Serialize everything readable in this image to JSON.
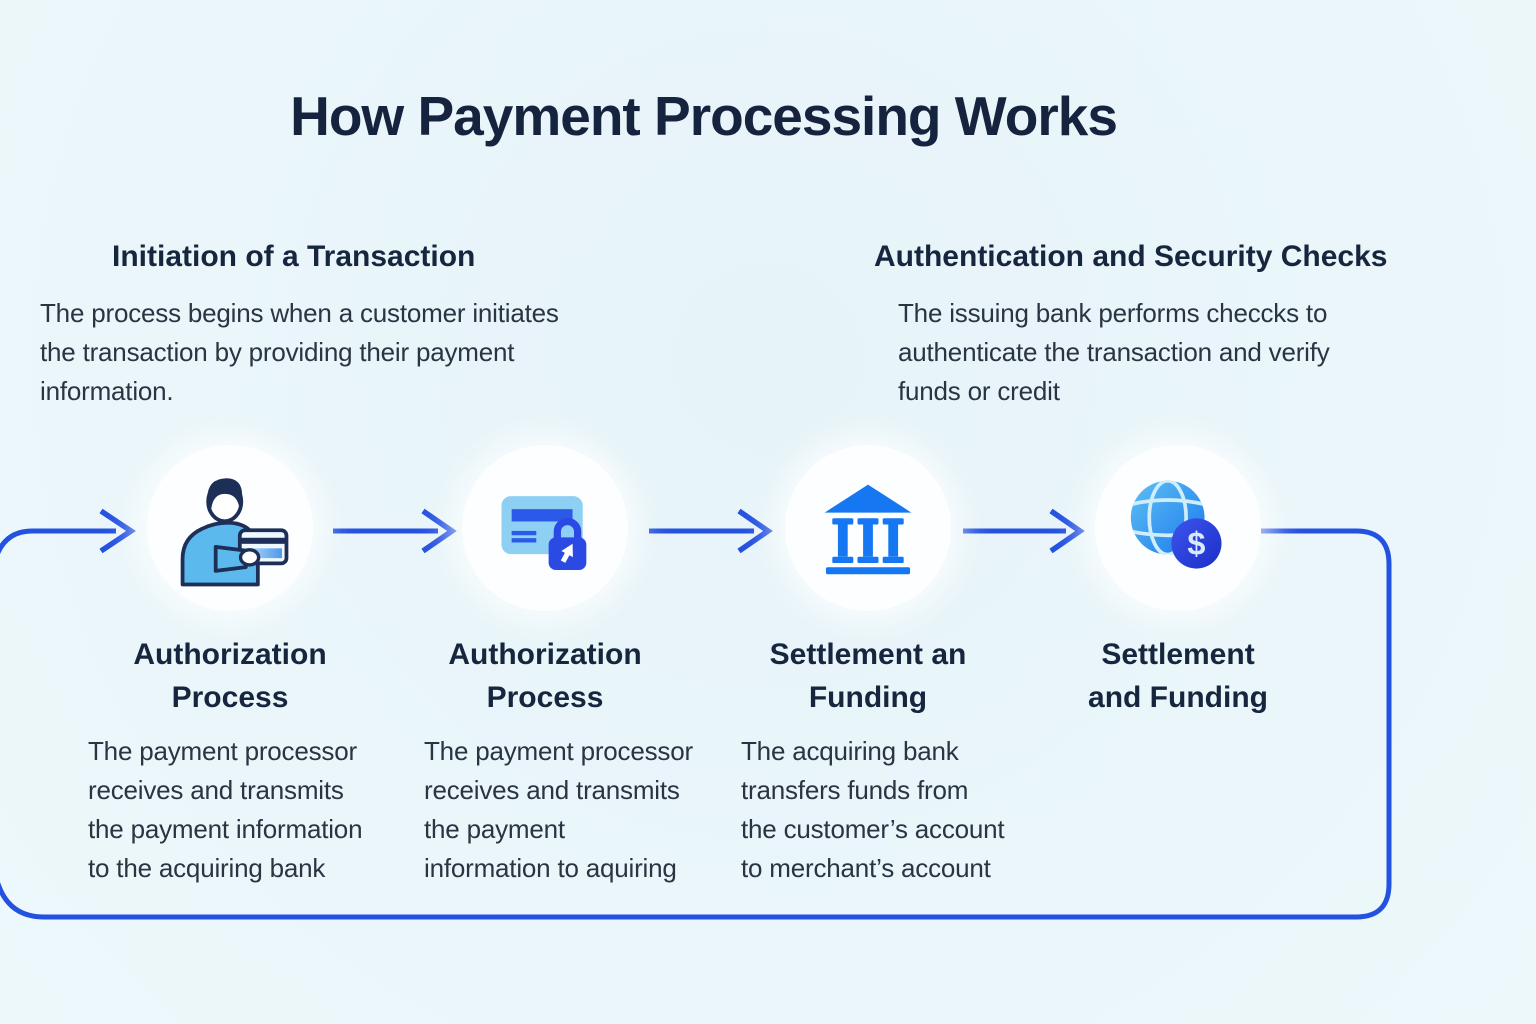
{
  "title": "How Payment Processing Works",
  "sections": [
    {
      "heading": "Initiation of a Transaction",
      "body": "The process begins when a customer initiates\nthe transaction by providing their payment\ninformation."
    },
    {
      "heading": "Authentication and Security Checks",
      "body": "The issuing bank performs checcks to\nauthenticate the transaction and verify\nfunds or credit"
    }
  ],
  "steps": [
    {
      "icon": "person-holding-card-icon",
      "title": "Authorization\nProcess",
      "description": "The payment processor\nreceives and transmits\nthe payment information\nto the acquiring bank"
    },
    {
      "icon": "secure-credit-card-lock-icon",
      "title": "Authorization\nProcess",
      "description": "The payment processor\nreceives and transmits\nthe payment\ninformation to aquiring"
    },
    {
      "icon": "bank-building-icon",
      "title": "Settlement an\nFunding",
      "description": "The acquiring bank\ntransfers funds from\nthe customer’s account\nto merchant’s account"
    },
    {
      "icon": "globe-dollar-icon",
      "title": "Settlement\nand Funding",
      "description": ""
    }
  ],
  "colors": {
    "background": "#e9f5f9",
    "heading_text": "#17263f",
    "body_text": "#2a3442",
    "connector_blue": "#2351e1",
    "icon_bright_blue": "#1577f2",
    "icon_light_blue": "#5cb9ee",
    "icon_dark_blue": "#2b4ae4",
    "circle_background": "#fdfeff"
  }
}
